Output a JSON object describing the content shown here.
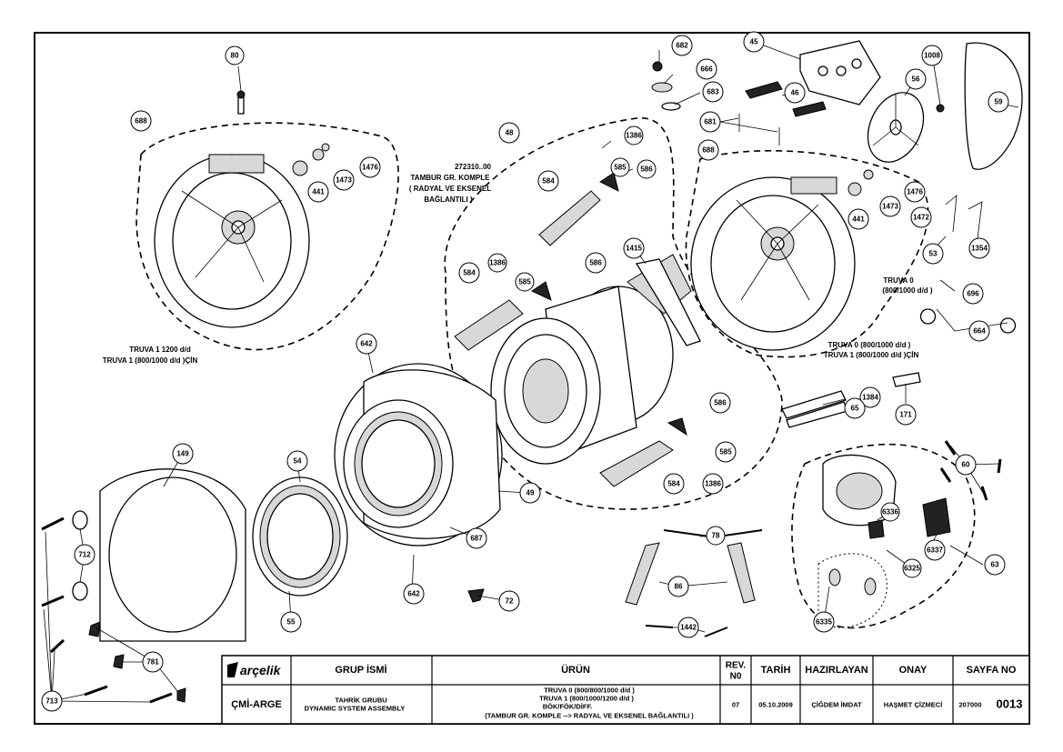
{
  "callouts": [
    "80",
    "688",
    "1476",
    "1473",
    "441",
    "682",
    "666",
    "683",
    "45",
    "46",
    "681",
    "1008",
    "56",
    "59",
    "48",
    "1386",
    "585",
    "586",
    "584",
    "688",
    "1476",
    "1473",
    "441",
    "1472",
    "53",
    "1354",
    "1415",
    "1386",
    "585",
    "586",
    "584",
    "696",
    "664",
    "642",
    "1384",
    "65",
    "171",
    "586",
    "585",
    "584",
    "1386",
    "149",
    "54",
    "49",
    "60",
    "687",
    "78",
    "63",
    "6336",
    "6337",
    "712",
    "642",
    "86",
    "6325",
    "72",
    "55",
    "6335",
    "1442",
    "781",
    "713"
  ],
  "notes": {
    "tambur_line1": "272310..00",
    "tambur_line2": "TAMBUR GR. KOMPLE",
    "tambur_line3": "( RADYAL VE EKSENEL",
    "tambur_line4": "BAĞLANTILI )",
    "truva_left_1": "TRUVA 1  1200 d/d",
    "truva_left_2": "TRUVA 1   (800/1000 d/d )ÇİN",
    "truva0_right_1": "TRUVA 0",
    "truva0_right_2": "(800/1000 d/d )",
    "truva_bottom_1": "TRUVA  0  (800/1000 d/d )",
    "truva_bottom_2": "TRUVA 1   (800/1000 d/d )ÇİN"
  },
  "title_block": {
    "logo": "arçelik",
    "grup_header": "GRUP İSMİ",
    "urun_header": "ÜRÜN",
    "rev_header_1": "REV.",
    "rev_header_2": "N0",
    "tarih_header": "TARİH",
    "hazirlayan_header": "HAZIRLAYAN",
    "onay_header": "ONAY",
    "sayfa_header": "SAYFA NO",
    "dept": "ÇMİ-ARGE",
    "grup_1": "TAHRİK GRUBU",
    "grup_2": "DYNAMIC SYSTEM ASSEMBLY",
    "urun_1": "TRUVA  0  (800/800/1000 d/d )",
    "urun_2": "TRUVA 1  (800/1000/1200 d/d )",
    "urun_3": "BÖK/FÖK/DİFF.",
    "urun_4": "(TAMBUR GR. KOMPLE --> RADYAL VE EKSENEL BAĞLANTILI )",
    "rev": "07",
    "tarih": "05.10.2009",
    "hazirlayan": "ÇİĞDEM İMDAT",
    "onay": "HAŞMET ÇİZMECİ",
    "sayfa_prefix": "207000",
    "sayfa_no": "0013"
  }
}
